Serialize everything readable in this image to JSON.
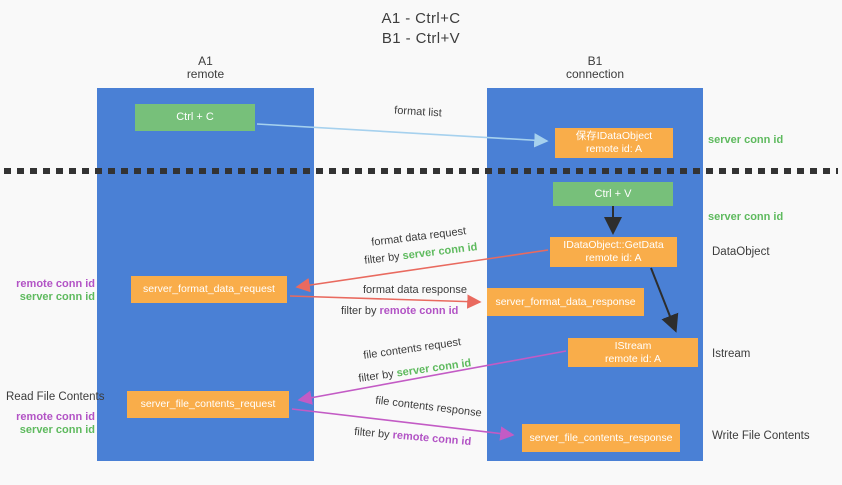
{
  "title": {
    "line1": "A1 - Ctrl+C",
    "line2": "B1 - Ctrl+V"
  },
  "lanes": {
    "left": {
      "id": "A1",
      "subtitle": "remote"
    },
    "right": {
      "id": "B1",
      "subtitle": "connection"
    }
  },
  "nodes": {
    "ctrl_c": {
      "label": "Ctrl + C"
    },
    "ctrl_v": {
      "label": "Ctrl + V"
    },
    "save_dataobject": {
      "line1": "保存IDataObject",
      "line2": "remote id: A"
    },
    "getdata": {
      "line1": "IDataObject::GetData",
      "line2": "remote id: A"
    },
    "istream": {
      "line1": "IStream",
      "line2": "remote id: A"
    },
    "format_request": {
      "label": "server_format_data_request"
    },
    "format_response": {
      "label": "server_format_data_response"
    },
    "file_request": {
      "label": "server_file_contents_request"
    },
    "file_response": {
      "label": "server_file_contents_response"
    }
  },
  "arrows": {
    "format_list": {
      "label": "format list"
    },
    "format_data_request": {
      "label": "format data request",
      "filter_prefix": "filter by",
      "filter_key": "server conn id"
    },
    "format_data_response": {
      "label": "format data response",
      "filter_prefix": "filter by",
      "filter_key": "remote conn id"
    },
    "file_contents_request": {
      "label": "file contents request",
      "filter_prefix": "filter by",
      "filter_key": "server conn id"
    },
    "file_contents_response": {
      "label": "file contents response",
      "filter_prefix": "filter by",
      "filter_key": "remote conn id"
    }
  },
  "annotations": {
    "server_conn_top": "server conn id",
    "server_conn_mid": "server conn id",
    "dataobject": "DataObject",
    "istream": "Istream",
    "write_file_contents": "Write File Contents",
    "read_file_contents": "Read File Contents",
    "mid_left": {
      "remote": "remote conn id",
      "server": "server conn id"
    },
    "low_left": {
      "remote": "remote conn id",
      "server": "server conn id"
    }
  },
  "colors": {
    "lane_blue": "#4a80d5",
    "action_green": "#77c07a",
    "message_orange": "#f9ad4a",
    "server_conn_green": "#5eba5e",
    "remote_conn_purple": "#b253c5",
    "request_red": "#e96a5f",
    "response_magenta": "#c35bc5",
    "format_list_blue": "#a6d1ee",
    "separator_black": "#333333"
  }
}
